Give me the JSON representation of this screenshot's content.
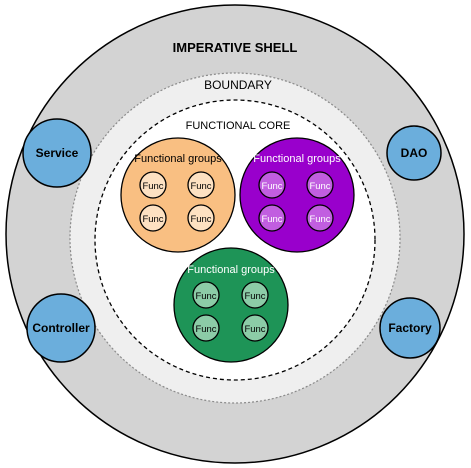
{
  "shell": {
    "title": "IMPERATIVE SHELL",
    "fill": "#d3d3d3"
  },
  "boundary": {
    "title": "BOUNDARY",
    "fill": "#efefef"
  },
  "core": {
    "title": "FUNCTIONAL CORE",
    "fill": "#ffffff"
  },
  "groups": [
    {
      "label": "Functional groups",
      "fill": "#f9bf82",
      "label_color": "#000000",
      "func_fill": "#fde1c2",
      "func_text_color": "#000000",
      "funcs": [
        "Func",
        "Func",
        "Func",
        "Func"
      ]
    },
    {
      "label": "Functional groups",
      "fill": "#9900cc",
      "label_color": "#ffffff",
      "func_fill": "#c15ee0",
      "func_text_color": "#ffffff",
      "funcs": [
        "Func",
        "Func",
        "Func",
        "Func"
      ]
    },
    {
      "label": "Functional groups",
      "fill": "#1e9457",
      "label_color": "#ffffff",
      "func_fill": "#8ccca7",
      "func_text_color": "#000000",
      "funcs": [
        "Func",
        "Func",
        "Func",
        "Func"
      ]
    }
  ],
  "components": [
    {
      "label": "Service"
    },
    {
      "label": "DAO"
    },
    {
      "label": "Controller"
    },
    {
      "label": "Factory"
    }
  ],
  "component_fill": "#6baedc"
}
